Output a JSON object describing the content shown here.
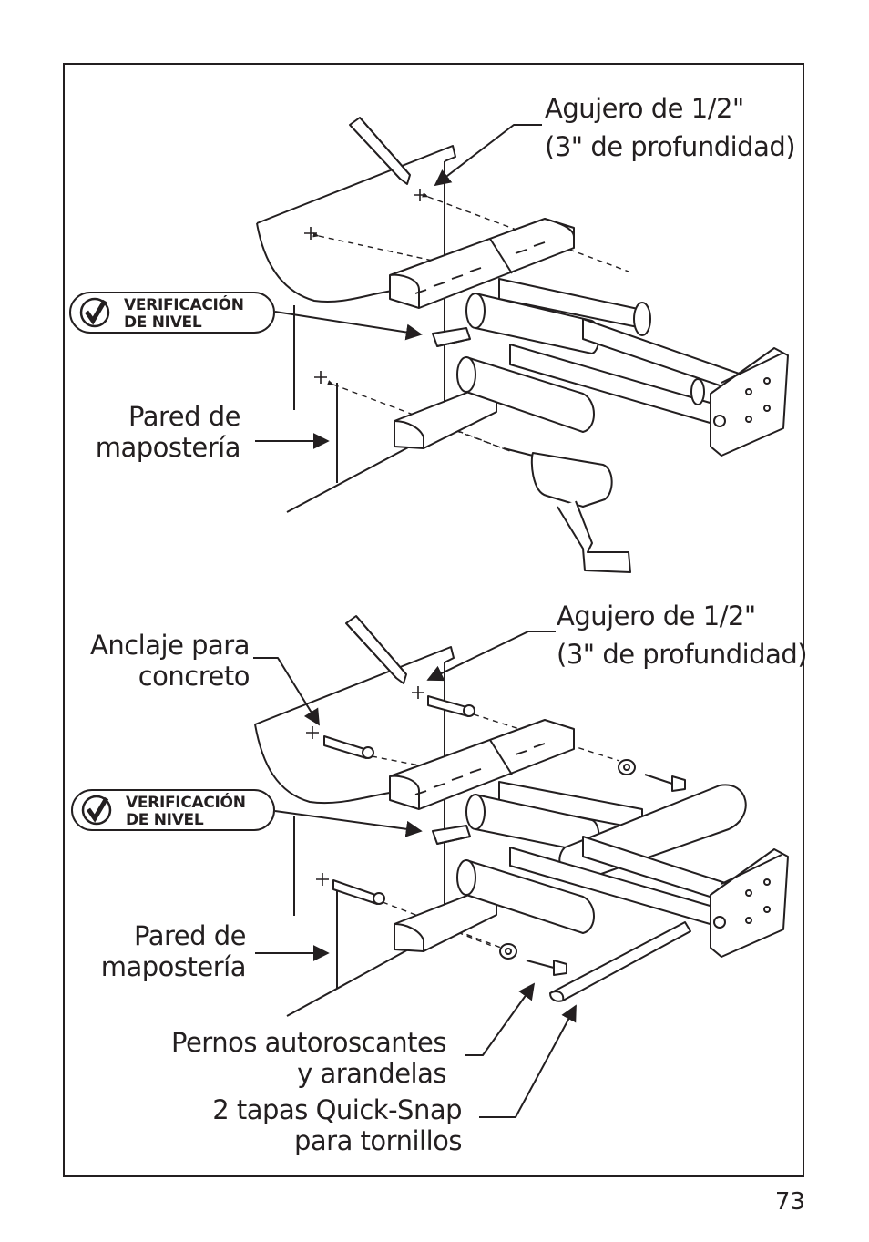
{
  "diagram_top": {
    "hole_label": [
      "Agujero de 1/2\"",
      "(3\" de profundidad)"
    ],
    "level_badge": [
      "VERIFICACIÓN",
      "DE NIVEL"
    ],
    "wall_label": [
      "Pared de",
      "mapostería"
    ]
  },
  "diagram_bottom": {
    "anchor_label": [
      "Anclaje para",
      "concreto"
    ],
    "hole_label": [
      "Agujero de 1/2\"",
      "(3\" de profundidad)"
    ],
    "level_badge": [
      "VERIFICACIÓN",
      "DE NIVEL"
    ],
    "wall_label": [
      "Pared de",
      "mapostería"
    ],
    "bolts_label": [
      "Pernos autoroscantes",
      "y arandelas"
    ],
    "caps_label": [
      "2 tapas Quick-Snap",
      "para tornillos"
    ]
  },
  "page_number": "73"
}
